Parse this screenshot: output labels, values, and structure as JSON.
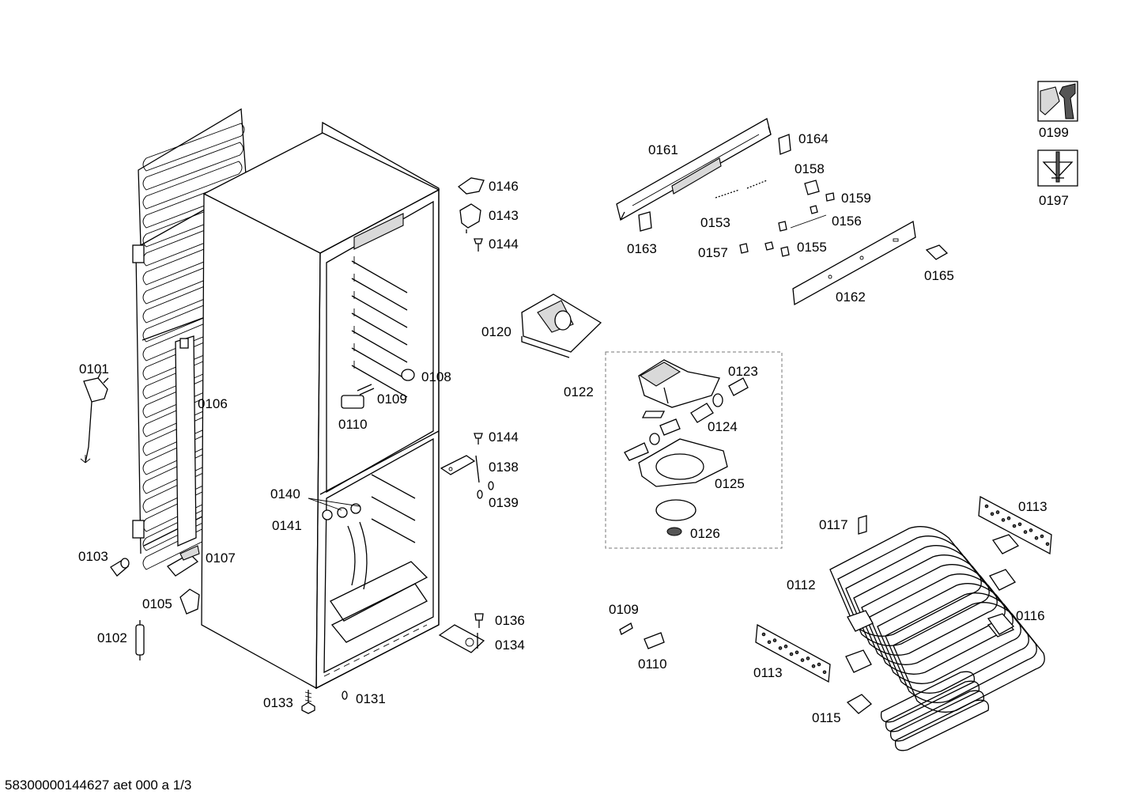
{
  "part_labels": {
    "p0101": "0101",
    "p0102": "0102",
    "p0103": "0103",
    "p0105": "0105",
    "p0106": "0106",
    "p0107": "0107",
    "p0108": "0108",
    "p0109a": "0109",
    "p0109b": "0109",
    "p0110a": "0110",
    "p0110b": "0110",
    "p0112": "0112",
    "p0113a": "0113",
    "p0113b": "0113",
    "p0115": "0115",
    "p0116": "0116",
    "p0117": "0117",
    "p0120": "0120",
    "p0122": "0122",
    "p0123": "0123",
    "p0124": "0124",
    "p0125": "0125",
    "p0126": "0126",
    "p0131": "0131",
    "p0133": "0133",
    "p0134": "0134",
    "p0136": "0136",
    "p0138": "0138",
    "p0139": "0139",
    "p0140": "0140",
    "p0141": "0141",
    "p0143": "0143",
    "p0144a": "0144",
    "p0144b": "0144",
    "p0146": "0146",
    "p0153": "0153",
    "p0155": "0155",
    "p0156": "0156",
    "p0157": "0157",
    "p0158": "0158",
    "p0159": "0159",
    "p0161": "0161",
    "p0162": "0162",
    "p0163": "0163",
    "p0164": "0164",
    "p0165": "0165",
    "p0197": "0197",
    "p0199": "0199"
  },
  "footer": {
    "document_id": "58300000144627 aet 000 a 1/3"
  },
  "icons": {
    "wrench": "wrench-icon",
    "screwdriver": "screwdriver-icon"
  },
  "colors": {
    "ink": "#000000",
    "paper": "#ffffff",
    "shade": "#d9d9d9"
  }
}
